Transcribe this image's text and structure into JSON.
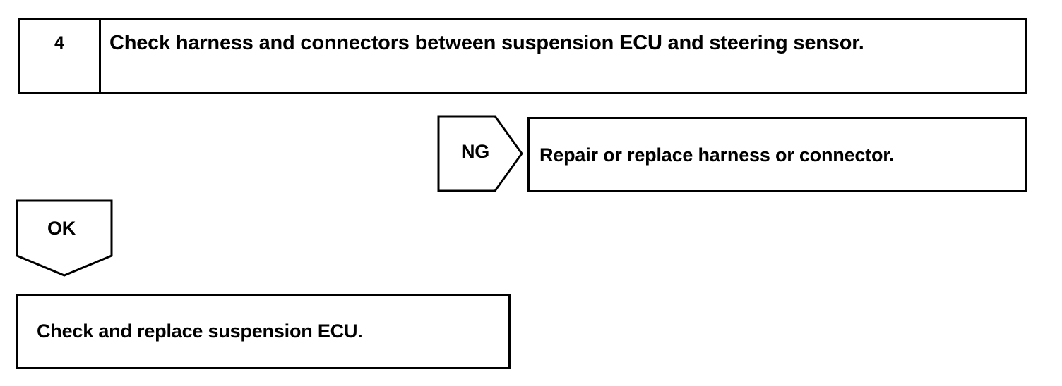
{
  "step": {
    "number": "4",
    "title": "Check harness and connectors between suspension ECU and steering sensor."
  },
  "ng_branch": {
    "label": "NG",
    "action": "Repair or replace harness or connector."
  },
  "ok_branch": {
    "label": "OK",
    "action": "Check and replace suspension ECU."
  }
}
